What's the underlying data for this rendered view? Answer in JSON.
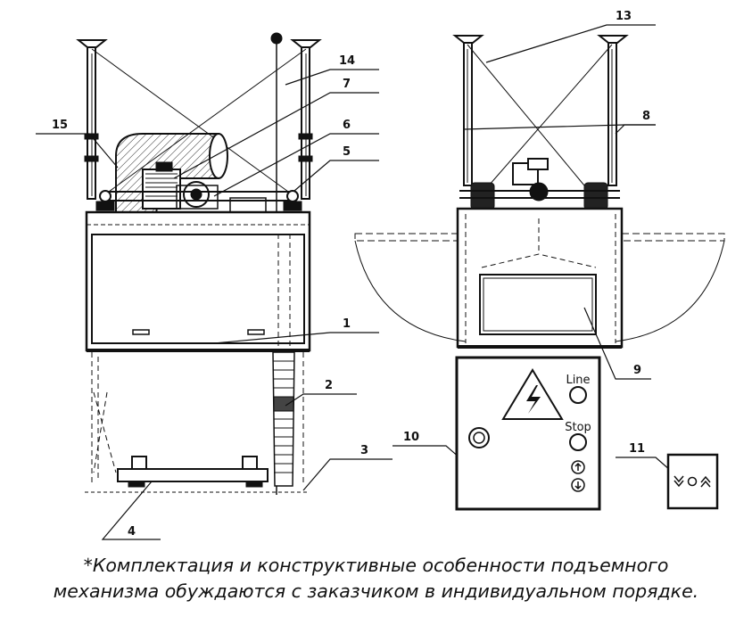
{
  "callouts": {
    "c1": "1",
    "c2": "2",
    "c3": "3",
    "c4": "4",
    "c5": "5",
    "c6": "6",
    "c7": "7",
    "c8": "8",
    "c9": "9",
    "c10": "10",
    "c11": "11",
    "c13": "13",
    "c14": "14",
    "c15": "15"
  },
  "control_panel": {
    "line_label": "Line",
    "stop_label": "Stop",
    "up_icon": "arrow-up-circle-icon",
    "down_icon": "arrow-down-circle-icon",
    "warning_icon": "high-voltage-warning-icon",
    "main_switch_icon": "rotary-switch-icon"
  },
  "remote": {
    "icons": "chevron-down-circle-chevron-up-icon"
  },
  "caption": {
    "line1": "*Комплектация и конструктивные особенности подъемного",
    "line2": "механизма обуждаются с заказчиком в индивидуальном порядке."
  }
}
